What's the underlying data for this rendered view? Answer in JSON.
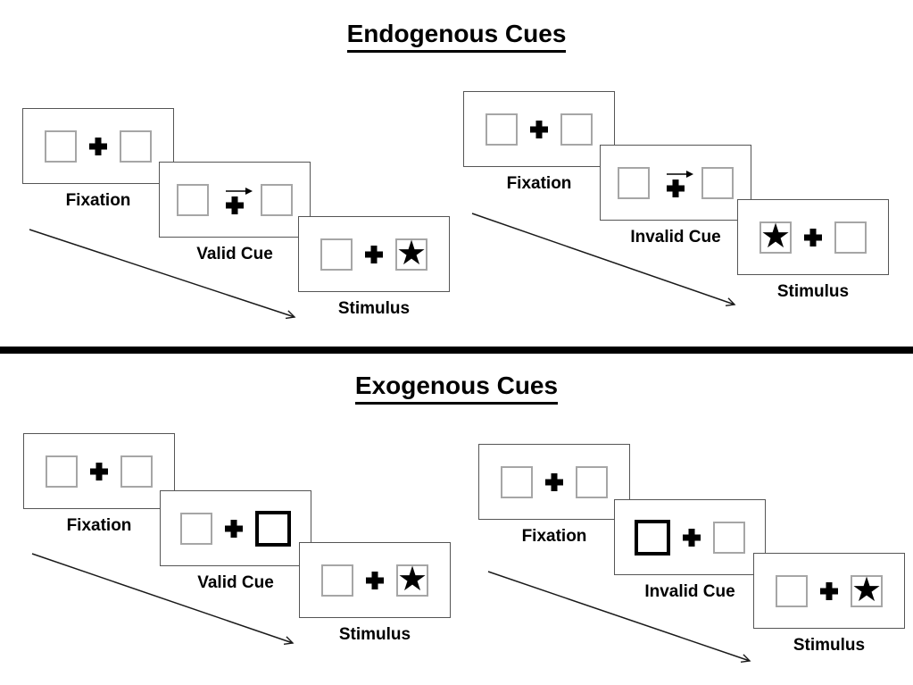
{
  "colors": {
    "background": "#ffffff",
    "panel_border": "#555555",
    "box_border": "#a6a6a6",
    "cue_bold_border": "#000000",
    "text": "#000000",
    "divider": "#000000"
  },
  "icons": {
    "fixation_cross": "+",
    "cue_arrow": "→",
    "stimulus_star": "★"
  },
  "sections": [
    {
      "title": "Endogenous Cues",
      "cue_type": "central arrow above fixation cross",
      "sequences": [
        {
          "name": "valid-cue-sequence",
          "panels": [
            {
              "label": "Fixation",
              "left_box": "empty",
              "right_box": "empty",
              "cue": "none"
            },
            {
              "label": "Valid Cue",
              "left_box": "empty",
              "right_box": "empty",
              "cue": "arrow-right"
            },
            {
              "label": "Stimulus",
              "left_box": "empty",
              "right_box": "star",
              "cue": "none"
            }
          ]
        },
        {
          "name": "invalid-cue-sequence",
          "panels": [
            {
              "label": "Fixation",
              "left_box": "empty",
              "right_box": "empty",
              "cue": "none"
            },
            {
              "label": "Invalid Cue",
              "left_box": "empty",
              "right_box": "empty",
              "cue": "arrow-right"
            },
            {
              "label": "Stimulus",
              "left_box": "star",
              "right_box": "empty",
              "cue": "none"
            }
          ]
        }
      ]
    },
    {
      "title": "Exogenous Cues",
      "cue_type": "peripheral bold box highlight",
      "sequences": [
        {
          "name": "valid-cue-sequence",
          "panels": [
            {
              "label": "Fixation",
              "left_box": "empty",
              "right_box": "empty",
              "cue": "none"
            },
            {
              "label": "Valid Cue",
              "left_box": "empty",
              "right_box": "bold",
              "cue": "none"
            },
            {
              "label": "Stimulus",
              "left_box": "empty",
              "right_box": "star",
              "cue": "none"
            }
          ]
        },
        {
          "name": "invalid-cue-sequence",
          "panels": [
            {
              "label": "Fixation",
              "left_box": "empty",
              "right_box": "empty",
              "cue": "none"
            },
            {
              "label": "Invalid Cue",
              "left_box": "bold",
              "right_box": "empty",
              "cue": "none"
            },
            {
              "label": "Stimulus",
              "left_box": "empty",
              "right_box": "star",
              "cue": "none"
            }
          ]
        }
      ]
    }
  ]
}
